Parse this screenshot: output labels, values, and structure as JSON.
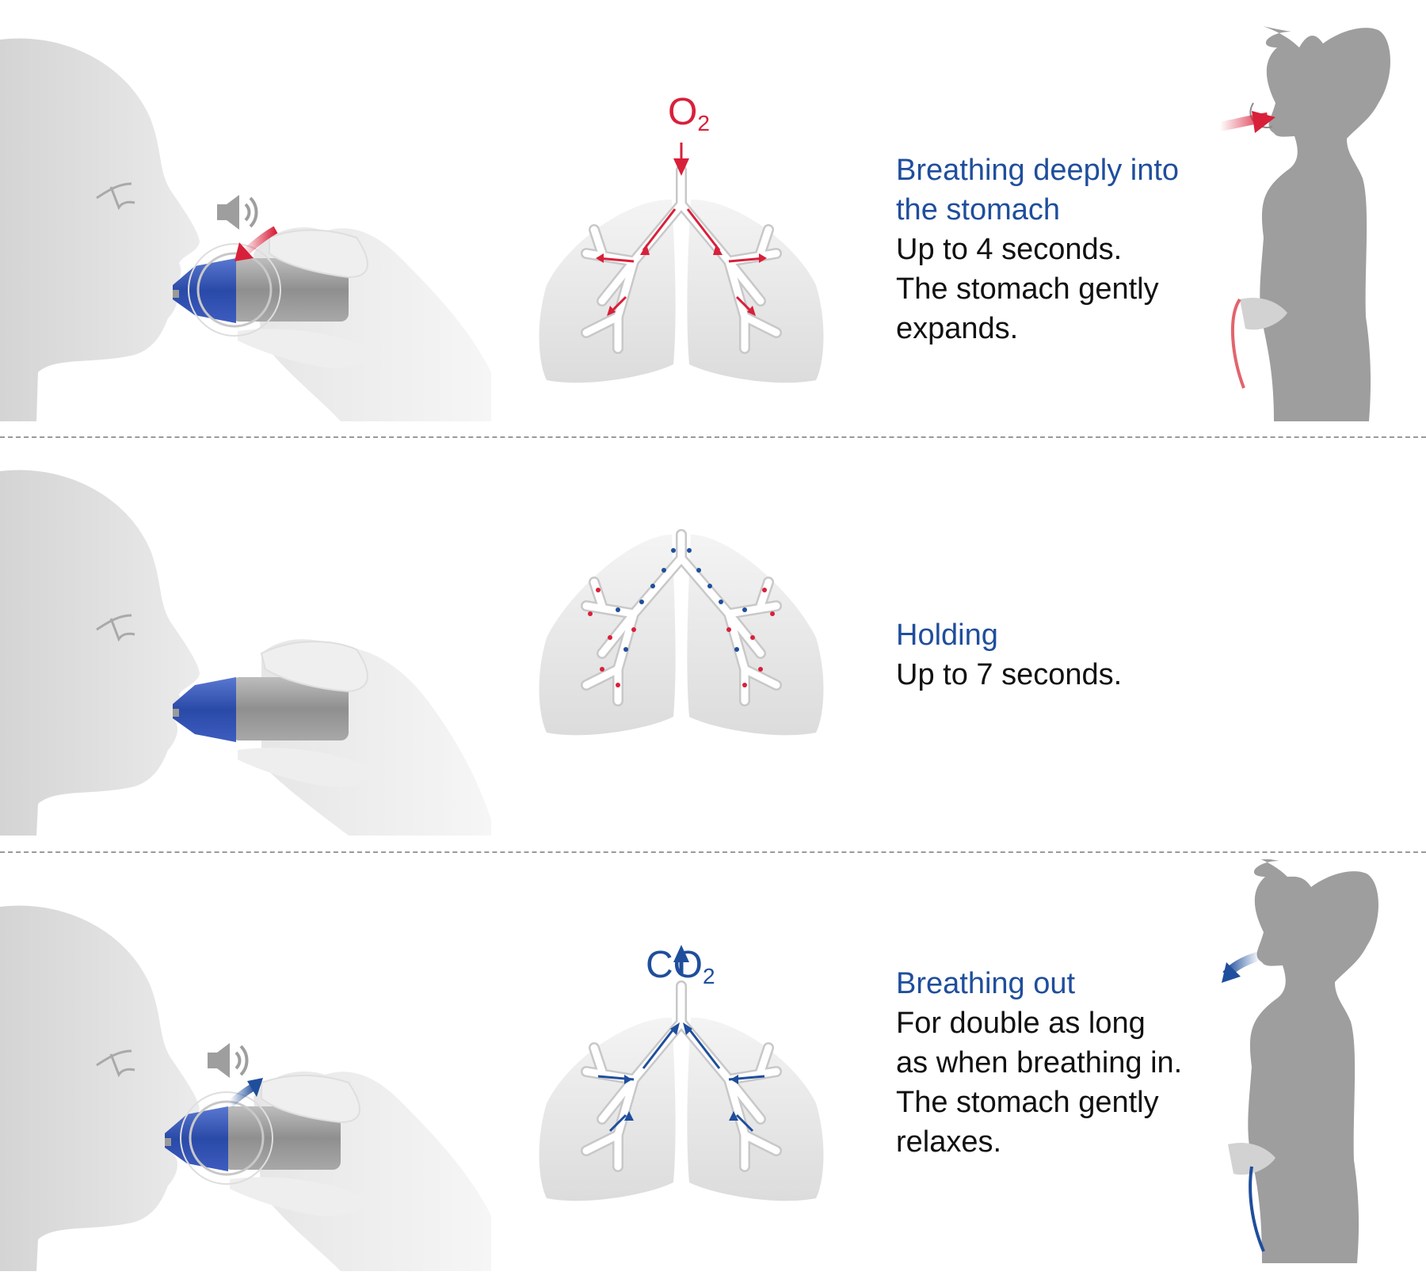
{
  "colors": {
    "inhale": "#d8203a",
    "exhale": "#1f4e9c",
    "device_blue": "#2d4fb0",
    "silhouette": "#d9d9d9",
    "woman": "#9e9e9e",
    "text": "#111111",
    "divider": "#9a9a9a"
  },
  "rows": [
    {
      "gas": {
        "main": "O",
        "sub": "2"
      },
      "heading": [
        "Breathing deeply into",
        "the stomach"
      ],
      "lines": [
        "Up to 4 seconds.",
        "The stomach gently",
        "expands."
      ]
    },
    {
      "heading": [
        "Holding"
      ],
      "lines": [
        "Up to 7 seconds."
      ]
    },
    {
      "gas": {
        "main": "CO",
        "sub": "2"
      },
      "heading": [
        "Breathing out"
      ],
      "lines": [
        "For double as long",
        "as when breathing in.",
        "The stomach gently",
        "relaxes."
      ]
    }
  ],
  "icons": [
    "face-silhouette-icon",
    "hand-with-device-icon",
    "speaker-icon",
    "lungs-icon",
    "woman-profile-icon",
    "airflow-arrow-icon"
  ]
}
